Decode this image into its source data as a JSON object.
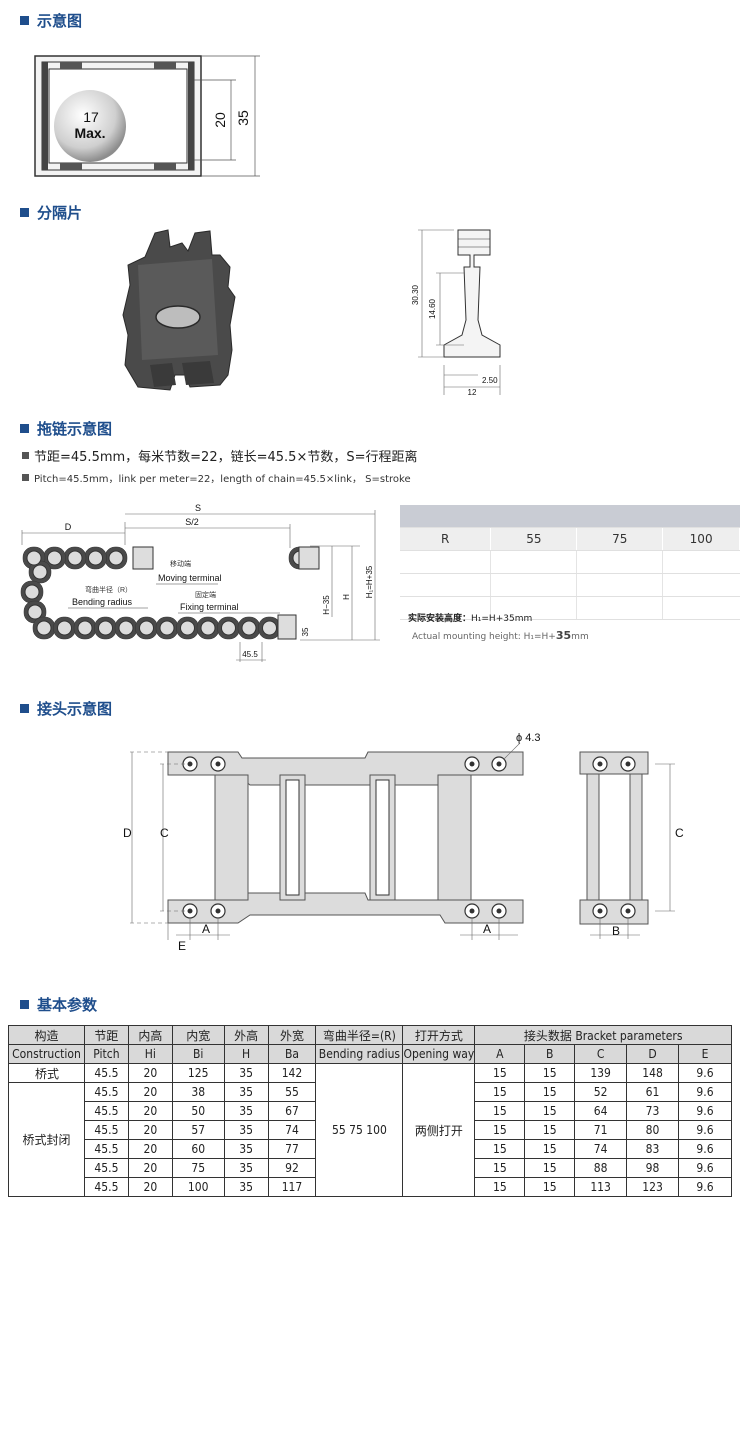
{
  "sections": {
    "s1": "示意图",
    "s2": "分隔片",
    "s3": "拖链示意图",
    "s4": "接头示意图",
    "s5": "基本参数"
  },
  "cross_section": {
    "ball_top": "17",
    "ball_bottom": "Max.",
    "dim_inner": "20",
    "dim_outer": "35"
  },
  "separator": {
    "d1": "30.30",
    "d2": "14.60",
    "d3": "2.50",
    "d4": "12"
  },
  "chain_notes": {
    "cn": "节距=45.5mm，每米节数=22，链长=45.5×节数，S=行程距离",
    "en": "Pitch=45.5mm，link per meter=22，length of chain=45.5×link， S=stroke"
  },
  "chain_diagram": {
    "D": "D",
    "S": "S",
    "S2": "S/2",
    "moving_cn": "移动端",
    "moving_en": "Moving terminal",
    "bend_cn": "弯曲半径（R）",
    "bend_en": "Bending radius",
    "fixing_cn": "固定端",
    "fixing_en": "Fixing terminal",
    "h35": "H−35",
    "H": "H",
    "Hf": "H₁=H+35",
    "d35": "35",
    "pitch": "45.5"
  },
  "radius_table": {
    "header": "R",
    "values": [
      "55",
      "75",
      "100"
    ]
  },
  "mounting": {
    "cn_prefix": "实际安装高度：",
    "cn_formula": "H₁=H+35mm",
    "en_prefix": "Actual mounting height: H₁=H+",
    "en_value": "35",
    "en_unit": "mm"
  },
  "bracket_diagram": {
    "phi": "ϕ 4.3",
    "D": "D",
    "C": "C",
    "A": "A",
    "E": "E",
    "B": "B"
  },
  "params": {
    "head1": [
      "构造",
      "节距",
      "内高",
      "内宽",
      "外高",
      "外宽",
      "弯曲半径=(R)",
      "打开方式",
      "接头数据  Bracket parameters"
    ],
    "head2": [
      "Construction",
      "Pitch",
      "Hi",
      "Bi",
      "H",
      "Ba",
      "Bending radius",
      "Opening way",
      "A",
      "B",
      "C",
      "D",
      "E"
    ],
    "construction_a": "桥式",
    "construction_b": "桥式封闭",
    "bending": "55  75  100",
    "opening": "两侧打开",
    "rows": [
      [
        "45.5",
        "20",
        "125",
        "35",
        "142",
        "15",
        "15",
        "139",
        "148",
        "9.6"
      ],
      [
        "45.5",
        "20",
        "38",
        "35",
        "55",
        "15",
        "15",
        "52",
        "61",
        "9.6"
      ],
      [
        "45.5",
        "20",
        "50",
        "35",
        "67",
        "15",
        "15",
        "64",
        "73",
        "9.6"
      ],
      [
        "45.5",
        "20",
        "57",
        "35",
        "74",
        "15",
        "15",
        "71",
        "80",
        "9.6"
      ],
      [
        "45.5",
        "20",
        "60",
        "35",
        "77",
        "15",
        "15",
        "74",
        "83",
        "9.6"
      ],
      [
        "45.5",
        "20",
        "75",
        "35",
        "92",
        "15",
        "15",
        "88",
        "98",
        "9.6"
      ],
      [
        "45.5",
        "20",
        "100",
        "35",
        "117",
        "15",
        "15",
        "113",
        "123",
        "9.6"
      ]
    ]
  }
}
